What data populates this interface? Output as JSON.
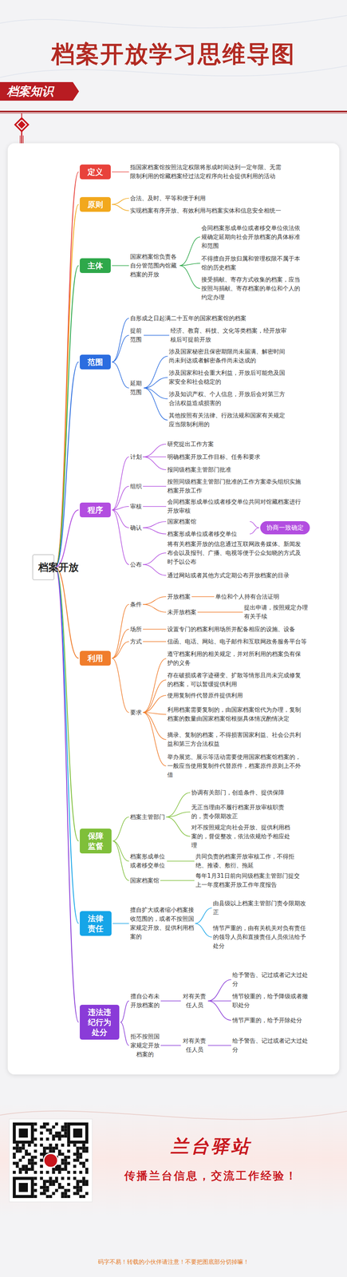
{
  "diagram": {
    "title": "档案开放学习思维导图",
    "nodes": [
      {
        "text": [
          "档案开放"
        ]
      },
      {
        "text": [
          "定义"
        ]
      },
      {
        "text": [
          "指国家档案馆按照法定权限将形成时间达到一定年限、无需限制利用的馆藏档案经过法定程序向社会提供利用的活动"
        ]
      },
      {
        "text": [
          "原则"
        ]
      },
      {
        "text": [
          "合法、及时、平等和便于利用"
        ]
      },
      {
        "text": [
          "实现档案有序开放、有效利用与档案实体和信息安全相统一"
        ]
      },
      {
        "text": [
          "主体"
        ]
      },
      {
        "text": [
          "国家档案馆负责各自分管范围内馆藏档案的开放"
        ]
      },
      {
        "text": [
          "会同档案形成单位或者移交单位依法依规确定延期向社会开放档案的具体标准和范围"
        ]
      },
      {
        "text": [
          "不得擅自开放归属和管理权限不属于本馆的历史档案"
        ]
      },
      {
        "text": [
          "接受捐献、寄存方式收集的档案，应当按照与捐献、寄存档案的单位和个人的约定办理"
        ]
      },
      {
        "text": [
          "范围"
        ]
      },
      {
        "text": [
          "自形成之日起满二十五年的国家档案馆的档案"
        ]
      },
      {
        "text": [
          "提前范围"
        ]
      },
      {
        "text": [
          "经济、教育、科技、文化等类档案，经开放审核后可提前开放"
        ]
      },
      {
        "text": [
          "延期范围"
        ]
      },
      {
        "text": [
          "涉及国家秘密且保密期限尚未届满、解密时间尚未到达或者解密条件尚未达成的"
        ]
      },
      {
        "text": [
          "涉及国家和社会重大利益，开放后可能危及国家安全和社会稳定的"
        ]
      },
      {
        "text": [
          "涉及知识产权、个人信息，开放后会对第三方合法权益造成损害的"
        ]
      },
      {
        "text": [
          "其他按照有关法律、行政法规和国家有关规定应当限制利用的"
        ]
      },
      {
        "text": [
          "程序"
        ]
      },
      {
        "text": [
          "计划"
        ]
      },
      {
        "text": [
          "研究提出工作方案"
        ]
      },
      {
        "text": [
          "明确档案开放工作目标、任务和要求"
        ]
      },
      {
        "text": [
          "报同级档案主管部门批准"
        ]
      },
      {
        "text": [
          "组织"
        ]
      },
      {
        "text": [
          "按照同级档案主管部门批准的工作方案牵头组织实施档案开放工作"
        ]
      },
      {
        "text": [
          "审核"
        ]
      },
      {
        "text": [
          "会同档案形成单位或者移交单位共同对馆藏档案进行开放审核"
        ]
      },
      {
        "text": [
          "确认"
        ]
      },
      {
        "text": [
          "国家档案馆"
        ]
      },
      {
        "text": [
          "档案形成单位或者移交单位"
        ]
      },
      {
        "text": [
          "协商一致确定"
        ]
      },
      {
        "text": [
          "公布"
        ]
      },
      {
        "text": [
          "将有关档案开放的信息通过互联网政务媒体、新闻发布会以及报刊、广播、电视等便于公众知晓的方式及时予以公布"
        ]
      },
      {
        "text": [
          "通过网站或者其他方式定期公布开放档案的目录"
        ]
      },
      {
        "text": [
          "利用"
        ]
      },
      {
        "text": [
          "条件"
        ]
      },
      {
        "text": [
          "开放档案"
        ]
      },
      {
        "text": [
          "单位和个人持有合法证明"
        ]
      },
      {
        "text": [
          "未开放档案"
        ]
      },
      {
        "text": [
          "提出申请，按照规定办理有关手续"
        ]
      },
      {
        "text": [
          "场所"
        ]
      },
      {
        "text": [
          "设置专门的档案利用场所并配备相应的设施、设备"
        ]
      },
      {
        "text": [
          "方式"
        ]
      },
      {
        "text": [
          "信函、电话、网站、电子邮件和互联网政务服务平台等"
        ]
      },
      {
        "text": [
          "要求"
        ]
      },
      {
        "text": [
          "遵守档案利用的相关规定，并对所利用的档案负有保护的义务"
        ]
      },
      {
        "text": [
          "存在破损或者字迹褪变、扩散等情形且尚未完成修复的档案，可以暂缓提供利用"
        ]
      },
      {
        "text": [
          "使用复制件代替原件提供利用"
        ]
      },
      {
        "text": [
          "利用档案需要复制的，由国家档案馆代为办理，复制档案的数量由国家档案馆根据具体情况酌情决定"
        ]
      },
      {
        "text": [
          "摘录、复制的档案，不得损害国家利益、社会公共利益和第三方合法权益"
        ]
      },
      {
        "text": [
          "举办展览、展示等活动需要使用国家档案馆档案的，一般应当使用复制件代替原件，档案原件原则上不外借"
        ]
      },
      {
        "text": [
          "保障监督"
        ]
      },
      {
        "text": [
          "档案主管部门"
        ]
      },
      {
        "text": [
          "协调有关部门，创造条件、提供保障"
        ]
      },
      {
        "text": [
          "无正当理由不履行档案开放审核职责的，责令限期改正"
        ]
      },
      {
        "text": [
          "对不按照规定向社会开放、提供利用档案的，督促整改，依法依规给予相应处理"
        ]
      },
      {
        "text": [
          "档案形成单位或者移交单位"
        ]
      },
      {
        "text": [
          "共同负责的档案开放审核工作，不得拒绝、推诿、敷衍、拖延"
        ]
      },
      {
        "text": [
          "国家档案馆"
        ]
      },
      {
        "text": [
          "每年1月31日前向同级档案主管部门提交上一年度档案开放工作年度报告"
        ]
      },
      {
        "text": [
          "法律责任"
        ]
      },
      {
        "text": [
          "擅自扩大或者缩小档案接收范围的，或者不按照国家规定开放、提供利用档案的"
        ]
      },
      {
        "text": [
          "由县级以上档案主管部门责令限期改正"
        ]
      },
      {
        "text": [
          "情节严重的，由有关机关对负有责任的领导人员和直接责任人员依法给予处分"
        ]
      },
      {
        "text": [
          "违法违纪行为处分"
        ]
      },
      {
        "text": [
          "擅自公布未开放档案的"
        ]
      },
      {
        "text": [
          "对有关责任人员"
        ]
      },
      {
        "text": [
          "给予警告、记过或者记大过处分"
        ]
      },
      {
        "text": [
          "情节较重的，给予降级或者撤职处分"
        ]
      },
      {
        "text": [
          "情节严重的，给予开除处分"
        ]
      },
      {
        "text": [
          "拒不按照国家规定开放档案的"
        ]
      },
      {
        "text": [
          "对有关责任人员"
        ]
      },
      {
        "text": [
          "给予警告、记过或者记大过处分"
        ]
      }
    ],
    "edges": [
      {
        "from": 0,
        "to": 1,
        "arrow": "none"
      },
      {
        "from": 1,
        "to": 2,
        "arrow": "none"
      },
      {
        "from": 0,
        "to": 3,
        "arrow": "none"
      },
      {
        "from": 3,
        "to": 4,
        "arrow": "none"
      },
      {
        "from": 3,
        "to": 5,
        "arrow": "none"
      },
      {
        "from": 0,
        "to": 6,
        "arrow": "none"
      },
      {
        "from": 6,
        "to": 7,
        "arrow": "none"
      },
      {
        "from": 7,
        "to": 8,
        "arrow": "none"
      },
      {
        "from": 7,
        "to": 9,
        "arrow": "none"
      },
      {
        "from": 7,
        "to": 10,
        "arrow": "none"
      },
      {
        "from": 0,
        "to": 11,
        "arrow": "none"
      },
      {
        "from": 11,
        "to": 12,
        "arrow": "none"
      },
      {
        "from": 11,
        "to": 13,
        "arrow": "none"
      },
      {
        "from": 13,
        "to": 14,
        "arrow": "none"
      },
      {
        "from": 11,
        "to": 15,
        "arrow": "none"
      },
      {
        "from": 15,
        "to": 16,
        "arrow": "none"
      },
      {
        "from": 15,
        "to": 17,
        "arrow": "none"
      },
      {
        "from": 15,
        "to": 18,
        "arrow": "none"
      },
      {
        "from": 15,
        "to": 19,
        "arrow": "none"
      },
      {
        "from": 0,
        "to": 20,
        "arrow": "none"
      },
      {
        "from": 20,
        "to": 21,
        "arrow": "none"
      },
      {
        "from": 21,
        "to": 22,
        "arrow": "none"
      },
      {
        "from": 21,
        "to": 23,
        "arrow": "none"
      },
      {
        "from": 21,
        "to": 24,
        "arrow": "none"
      },
      {
        "from": 20,
        "to": 25,
        "arrow": "none"
      },
      {
        "from": 25,
        "to": 26,
        "arrow": "none"
      },
      {
        "from": 20,
        "to": 27,
        "arrow": "none"
      },
      {
        "from": 27,
        "to": 28,
        "arrow": "none"
      },
      {
        "from": 20,
        "to": 29,
        "arrow": "none"
      },
      {
        "from": 29,
        "to": 30,
        "arrow": "none"
      },
      {
        "from": 29,
        "to": 31,
        "arrow": "none"
      },
      {
        "from": 30,
        "to": 32,
        "arrow": "none"
      },
      {
        "from": 31,
        "to": 32,
        "arrow": "none"
      },
      {
        "from": 20,
        "to": 33,
        "arrow": "none"
      },
      {
        "from": 33,
        "to": 34,
        "arrow": "none"
      },
      {
        "from": 33,
        "to": 35,
        "arrow": "none"
      },
      {
        "from": 0,
        "to": 36,
        "arrow": "none"
      },
      {
        "from": 36,
        "to": 37,
        "arrow": "none"
      },
      {
        "from": 37,
        "to": 38,
        "arrow": "none"
      },
      {
        "from": 38,
        "to": 39,
        "arrow": "none"
      },
      {
        "from": 37,
        "to": 40,
        "arrow": "none"
      },
      {
        "from": 40,
        "to": 41,
        "arrow": "none"
      },
      {
        "from": 36,
        "to": 42,
        "arrow": "none"
      },
      {
        "from": 42,
        "to": 43,
        "arrow": "none"
      },
      {
        "from": 36,
        "to": 44,
        "arrow": "none"
      },
      {
        "from": 44,
        "to": 45,
        "arrow": "none"
      },
      {
        "from": 36,
        "to": 46,
        "arrow": "none"
      },
      {
        "from": 46,
        "to": 47,
        "arrow": "none"
      },
      {
        "from": 46,
        "to": 48,
        "arrow": "none"
      },
      {
        "from": 46,
        "to": 49,
        "arrow": "none"
      },
      {
        "from": 46,
        "to": 50,
        "arrow": "none"
      },
      {
        "from": 46,
        "to": 51,
        "arrow": "none"
      },
      {
        "from": 46,
        "to": 52,
        "arrow": "none"
      },
      {
        "from": 0,
        "to": 53,
        "arrow": "none"
      },
      {
        "from": 53,
        "to": 54,
        "arrow": "none"
      },
      {
        "from": 54,
        "to": 55,
        "arrow": "none"
      },
      {
        "from": 54,
        "to": 56,
        "arrow": "none"
      },
      {
        "from": 54,
        "to": 57,
        "arrow": "none"
      },
      {
        "from": 53,
        "to": 58,
        "arrow": "none"
      },
      {
        "from": 58,
        "to": 59,
        "arrow": "none"
      },
      {
        "from": 53,
        "to": 60,
        "arrow": "none"
      },
      {
        "from": 60,
        "to": 61,
        "arrow": "none"
      },
      {
        "from": 0,
        "to": 62,
        "arrow": "none"
      },
      {
        "from": 62,
        "to": 63,
        "arrow": "none"
      },
      {
        "from": 63,
        "to": 64,
        "arrow": "none"
      },
      {
        "from": 63,
        "to": 65,
        "arrow": "none"
      },
      {
        "from": 0,
        "to": 66,
        "arrow": "none"
      },
      {
        "from": 66,
        "to": 67,
        "arrow": "none"
      },
      {
        "from": 67,
        "to": 68,
        "arrow": "none"
      },
      {
        "from": 68,
        "to": 69,
        "arrow": "none"
      },
      {
        "from": 68,
        "to": 70,
        "arrow": "none"
      },
      {
        "from": 68,
        "to": 71,
        "arrow": "none"
      },
      {
        "from": 66,
        "to": 72,
        "arrow": "none"
      },
      {
        "from": 72,
        "to": 73,
        "arrow": "none"
      },
      {
        "from": 73,
        "to": 74,
        "arrow": "none"
      }
    ],
    "labels": [
      "档案知识",
      "兰台驿站",
      "传播兰台信息，交流工作经验！",
      "码字不易！转载的小伙伴请注意！不要把图底部分切掉嘛！"
    ]
  }
}
